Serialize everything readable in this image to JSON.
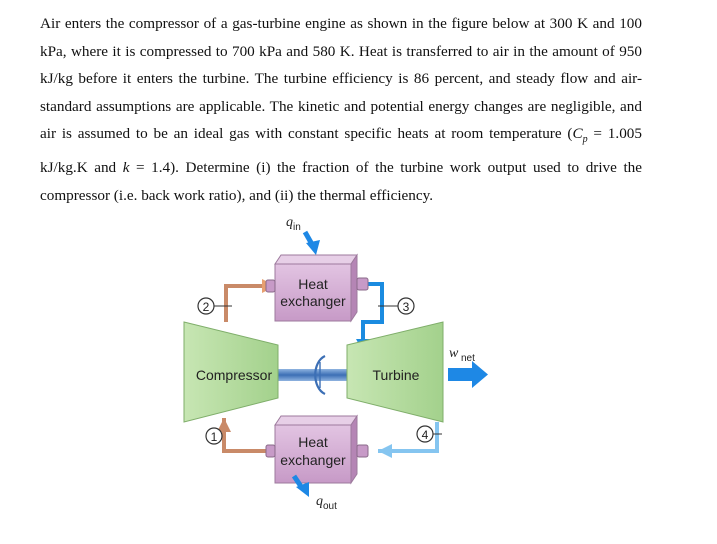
{
  "problem": {
    "t1": "Air enters the compressor of a gas-turbine engine as shown in the figure below at 300 K and 100 kPa, where it is compressed to 700 kPa and 580 K. Heat is transferred to air in the amount of 950 kJ/kg before it enters the turbine. The turbine efficiency is 86 percent, and steady flow and air-standard assumptions are applicable. The kinetic and potential energy changes are negligible, and air is assumed to be an ideal gas with constant specific heats at room temperature (",
    "cp_sym": "C",
    "cp_sub": "p",
    "t2": " = 1.005 kJ/kg.K and ",
    "k_sym": "k",
    "t3": " = 1.4). Determine (i) the fraction of the turbine work output used to drive the compressor (i.e. back work ratio), and (ii) the thermal efficiency."
  },
  "diagram": {
    "hx_top_line1": "Heat",
    "hx_top_line2": "exchanger",
    "hx_bot_line1": "Heat",
    "hx_bot_line2": "exchanger",
    "compressor_label": "Compressor",
    "turbine_label": "Turbine",
    "q_in_sym": "q",
    "q_in_sub": "in",
    "q_out_sym": "q",
    "q_out_sub": "out",
    "w_net_sym": "w",
    "w_net_sub": "net",
    "state_1": "1",
    "state_2": "2",
    "state_3": "3",
    "state_4": "4"
  },
  "colors": {
    "compressor_fill": "#b5dba0",
    "turbine_fill": "#b5dba0",
    "exchanger_fill": "#d6b0d6",
    "pipe_cold": "#c98a68",
    "pipe_hot": "#1a8be0",
    "pipe_exhaust": "#85c5f0",
    "arrow_blue": "#1e88e5",
    "shaft": "#4d7fc0"
  }
}
